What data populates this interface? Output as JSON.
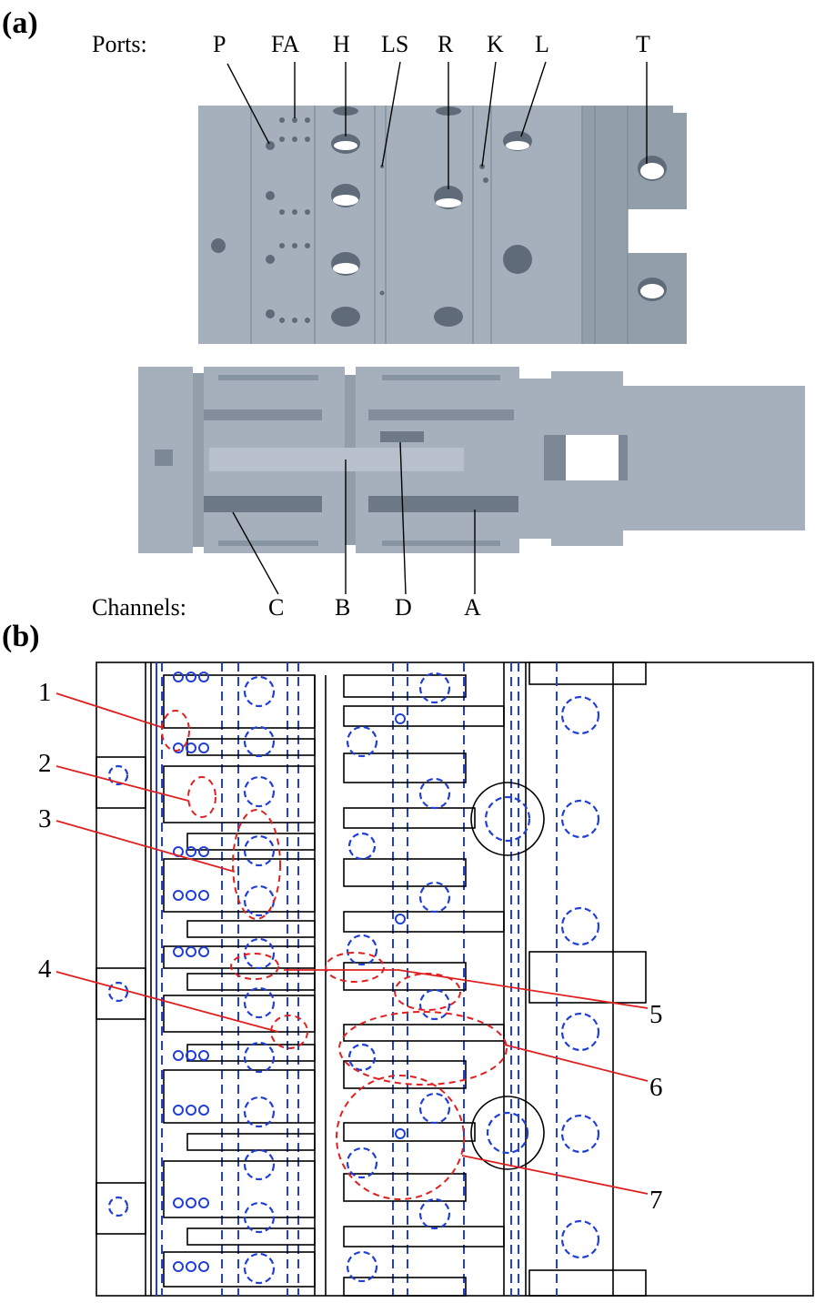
{
  "panel_a": {
    "label": "(a)",
    "ports_label": "Ports:",
    "ports": [
      "P",
      "FA",
      "H",
      "LS",
      "R",
      "K",
      "L",
      "T"
    ],
    "channels_label": "Channels:",
    "channels": [
      "C",
      "B",
      "D",
      "A"
    ]
  },
  "panel_b": {
    "label": "(b)",
    "callouts": [
      "1",
      "2",
      "3",
      "4",
      "5",
      "6",
      "7"
    ]
  }
}
